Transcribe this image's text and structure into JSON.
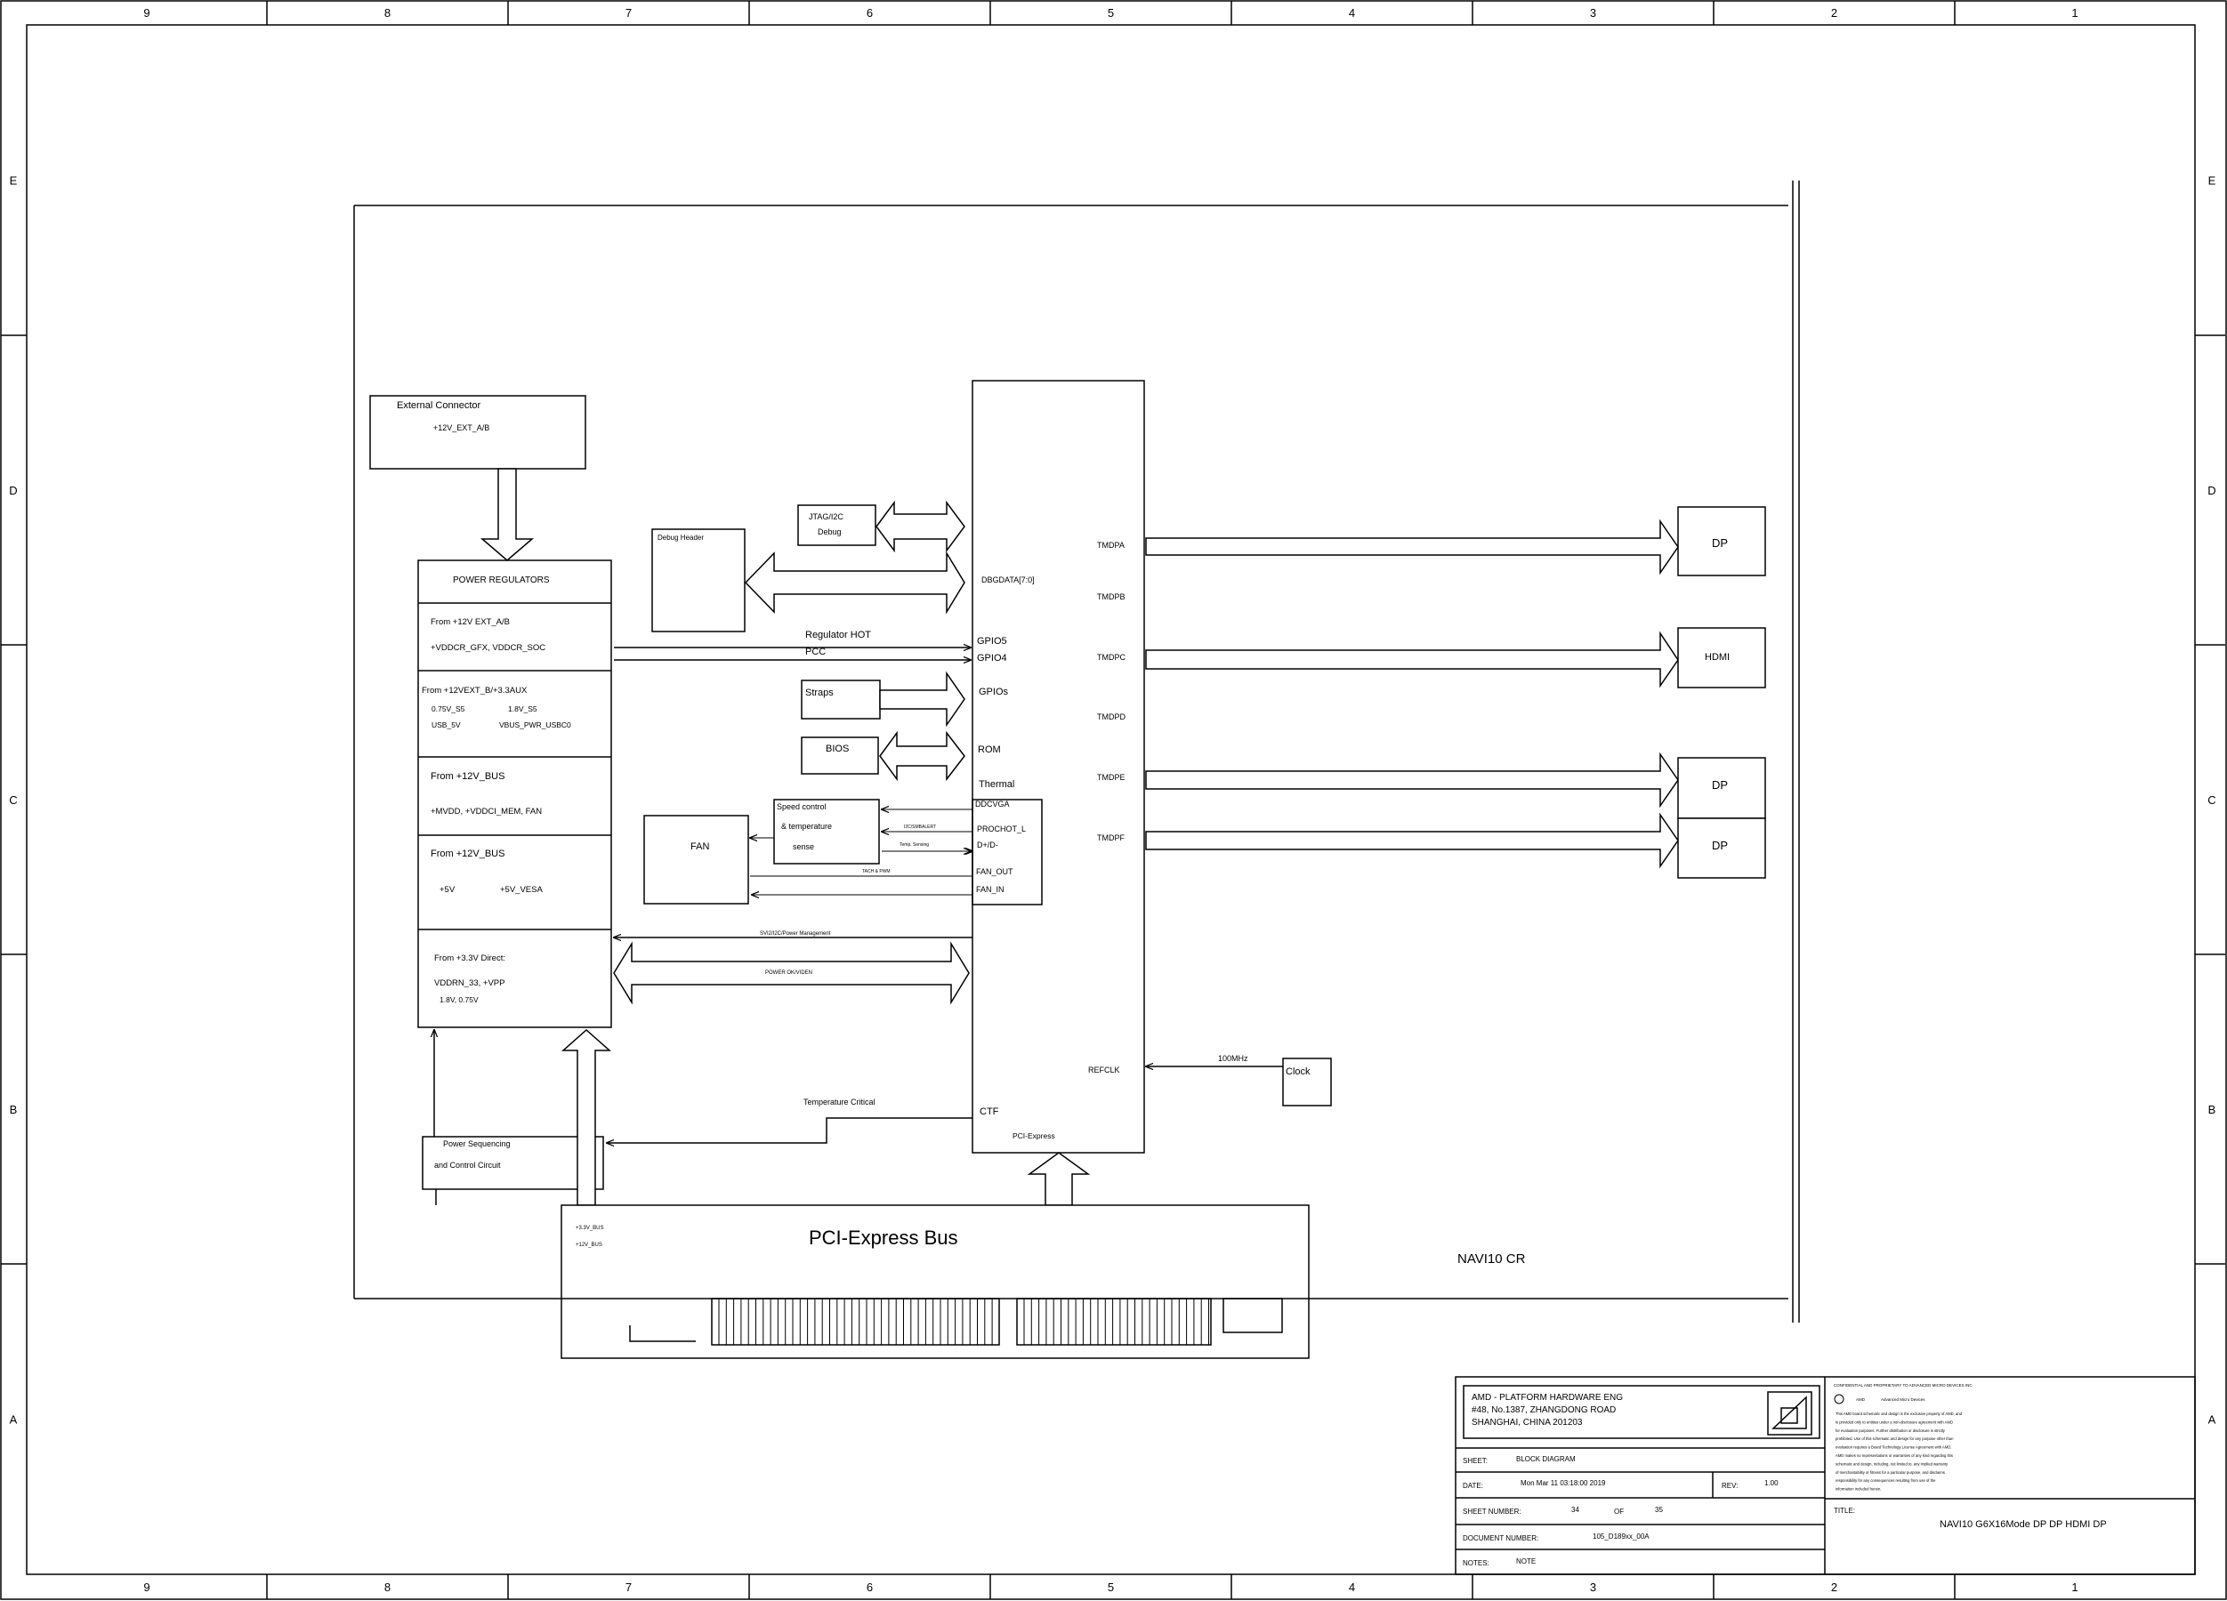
{
  "border": {
    "columns": [
      "9",
      "8",
      "7",
      "6",
      "5",
      "4",
      "3",
      "2",
      "1"
    ],
    "rows": [
      "E",
      "D",
      "C",
      "B",
      "A"
    ]
  },
  "blocks": {
    "external_connector": {
      "title": "External Connector",
      "sub": "+12V_EXT_A/B"
    },
    "power_regulators": {
      "title": "POWER REGULATORS",
      "sec1_from": "From +12V EXT_A/B",
      "sec1_rails": "+VDDCR_GFX, VDDCR_SOC",
      "sec2_from": "From +12VEXT_B/+3.3AUX",
      "sec2_r1a": "0.75V_S5",
      "sec2_r1b": "1.8V_S5",
      "sec2_r2a": "USB_5V",
      "sec2_r2b": "VBUS_PWR_USBC0",
      "sec3_from": "From +12V_BUS",
      "sec3_rails": "+MVDD, +VDDCI_MEM, FAN",
      "sec4_from": "From +12V_BUS",
      "sec4_r1": "+5V",
      "sec4_r2": "+5V_VESA",
      "sec5_from": "From +3.3V Direct:",
      "sec5_r1": "VDDRN_33, +VPP",
      "sec5_r2": "1.8V, 0.75V"
    },
    "debug_header": "Debug Header",
    "jtag": {
      "l1": "JTAG/I2C",
      "l2": "Debug"
    },
    "straps": "Straps",
    "bios": "BIOS",
    "fan": "FAN",
    "speed_control": {
      "l1": "Speed control",
      "l2": "& temperature",
      "l3": "sense"
    },
    "power_sequencing": {
      "l1": "Power Sequencing",
      "l2": "and Control Circuit"
    },
    "clock": "Clock",
    "pcie_bus": {
      "title": "PCI-Express Bus",
      "pin1": "+3.3V_BUS",
      "pin2": "+12V_BUS"
    },
    "navi_label": "NAVI10 CR"
  },
  "gpu_pins": {
    "dbgdata": "DBGDATA[7:0]",
    "gpio5": "GPIO5",
    "gpio4": "GPIO4",
    "gpios": "GPIOs",
    "rom": "ROM",
    "thermal": "Thermal",
    "ddcvga": "DDCVGA",
    "prochot": "PROCHOT_L",
    "dplus": "D+/D-",
    "fan_out": "FAN_OUT",
    "fan_in": "FAN_IN",
    "refclk": "REFCLK",
    "ctf": "CTF",
    "pcie": "PCI-Express",
    "tmdpa": "TMDPA",
    "tmdpb": "TMDPB",
    "tmdpc": "TMDPC",
    "tmdpd": "TMDPD",
    "tmdpe": "TMDPE",
    "tmdpf": "TMDPF"
  },
  "signals": {
    "regulator_hot": "Regulator HOT",
    "pcc": "PCC",
    "svi2": "SVI2/I2C/Power Management",
    "power_ok": "POWER OK/VIDEN",
    "temp_critical": "Temperature Critical",
    "mhz": "100MHz",
    "i2c_sdasi": "I2C/SMBALERT",
    "temp_sensing": "Temp. Sensing",
    "tach_pwm": "TACH & PWM"
  },
  "outputs": {
    "o1": "DP",
    "o2": "HDMI",
    "o3": "DP",
    "o4": "DP"
  },
  "title_block": {
    "company1": "AMD - PLATFORM HARDWARE ENG",
    "company2": "#48, No.1387, ZHANGDONG ROAD",
    "company3": "SHANGHAI, CHINA 201203",
    "sheet_label": "SHEET:",
    "sheet_value": "BLOCK DIAGRAM",
    "date_label": "DATE:",
    "date_value": "Mon Mar 11 03:18:00 2019",
    "rev_label": "REV:",
    "rev_value": "1.00",
    "sheetnum_label": "SHEET NUMBER:",
    "sheetnum_value": "34",
    "of_label": "OF",
    "of_value": "35",
    "docnum_label": "DOCUMENT NUMBER:",
    "docnum_value": "105_D189xx_00A",
    "notes_label": "NOTES:",
    "notes_value": "NOTE",
    "title_label": "TITLE:",
    "title_value": "NAVI10 G6X16Mode DP DP HDMI DP",
    "conf_header": "CONFIDENTIAL AND PROPRIETARY TO ADVANCED MICRO DEVICES INC",
    "amd_small": "AMD",
    "amd_full": "Advanced Micro Devices",
    "conf_lines": [
      "This AMD board schematic and design is the exclusive property of AMD, and",
      "is provided only to entities under a non-disclosure agreement with AMD",
      "for evaluation purposes. Further distribution or disclosure is strictly",
      "prohibited. Use of this schematic and design for any purpose other than",
      "evaluation requires a Board Technology License Agreement with AMD.",
      "AMD makes no representations or warranties of any kind regarding this",
      "schematic and design, including, not limited to, any implied warranty",
      "of merchantability or fitness for a particular purpose, and disclaims",
      "responsibility for any consequences resulting from use of the",
      "information included herein."
    ]
  },
  "colors": {
    "line": "#000000",
    "background": "#ffffff"
  }
}
